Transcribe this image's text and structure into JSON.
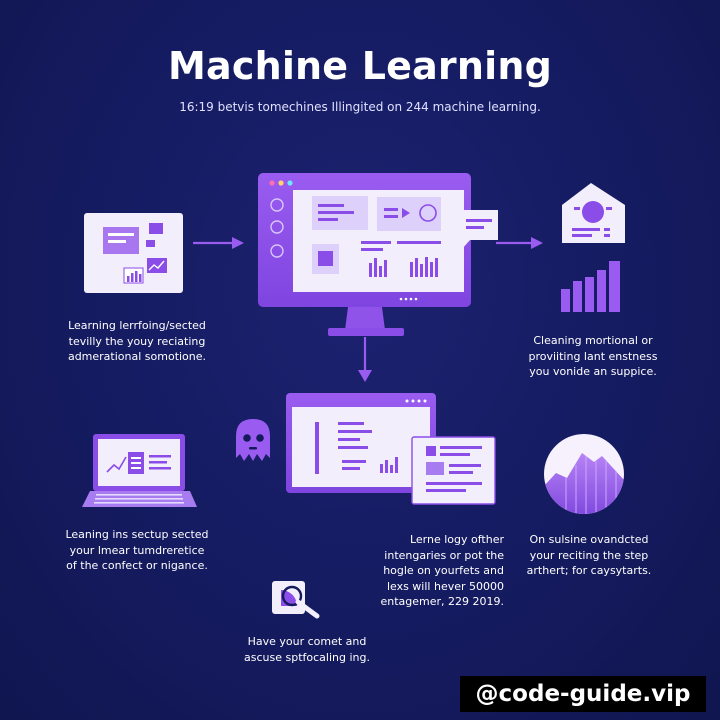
{
  "title": "Machine Learning",
  "subtitle": "16:19 betvis tomechines Illingited on 244 machine learning.",
  "captions": {
    "left_top": [
      "Learning lerrfoing/sected",
      "tevilly the youy reciating",
      "admerational somotione."
    ],
    "right_top": [
      "Cleaning mortional or",
      "proviiting lant enstness",
      "you vonide an suppice."
    ],
    "left_mid": [
      "Leaning ins sectup sected",
      "your lmear tumdreretice",
      "of the confect or nigance."
    ],
    "center": [
      "Lerne logy ofther",
      "intengaries or pot the",
      "hogle on yourfets and",
      "lexs will hever 50000",
      "entagemer, 229 2019."
    ],
    "right_mid": [
      "On sulsine ovandcted",
      "your reciting the step",
      "arthert; for caysytarts."
    ],
    "bottom": [
      "Have your comet and",
      "ascuse sptfocaling ing."
    ]
  },
  "watermark": "@code-guide.vip",
  "colors": {
    "background": "#151b60",
    "accent": "#8b4de8",
    "accent_light": "#a77cf0",
    "card": "#f3eefc",
    "text": "#ffffff"
  },
  "icons": [
    "document-card-icon",
    "monitor-icon",
    "chat-bubble-icon",
    "tag-card-icon",
    "bar-chart-icon",
    "laptop-icon",
    "ghost-icon",
    "browser-window-icon",
    "document-page-icon",
    "mountain-circle-icon",
    "search-magnifier-icon"
  ]
}
